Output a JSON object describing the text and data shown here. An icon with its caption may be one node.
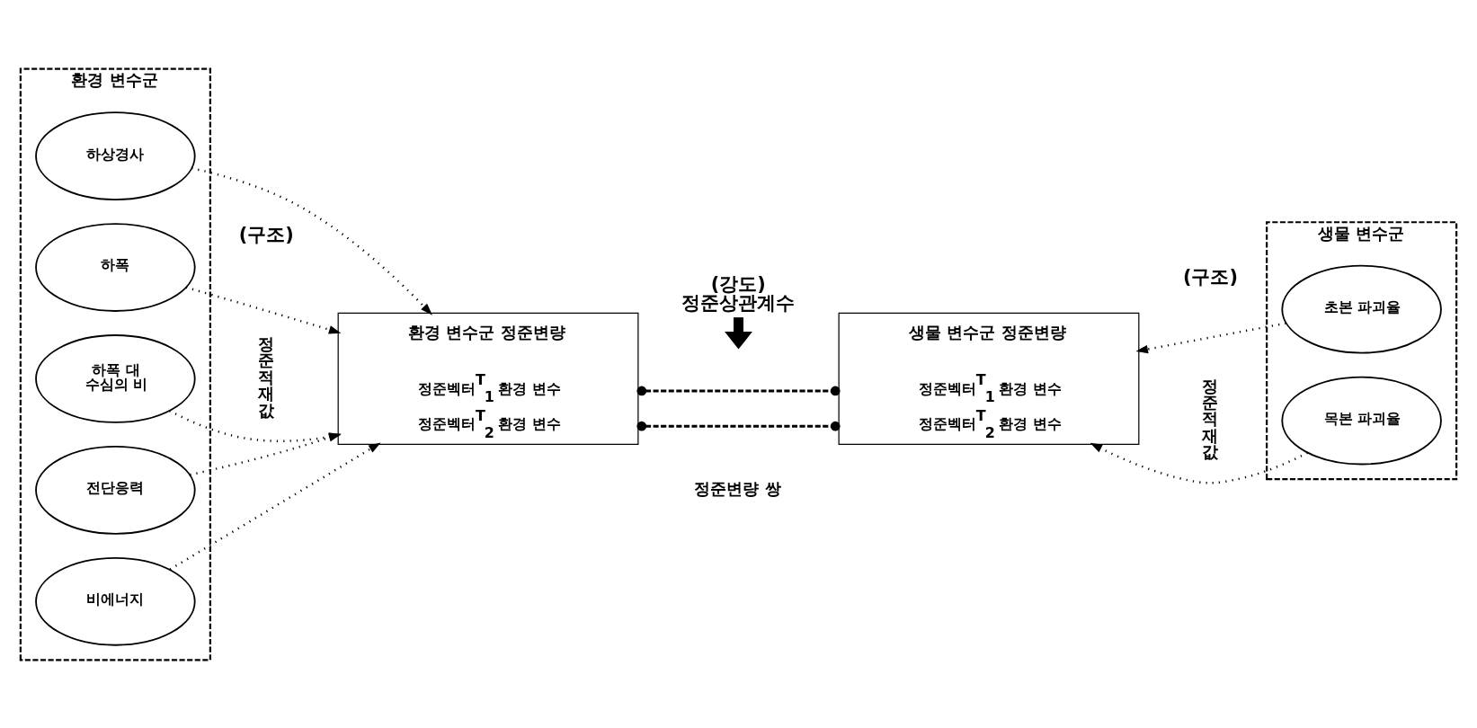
{
  "diagram": {
    "nodes": [
      {
        "text": [
          "환경 변수군"
        ]
      },
      {
        "text": [
          "하상경사"
        ],
        "in": 0
      },
      {
        "text": [
          "하폭"
        ],
        "in": 0
      },
      {
        "text": [
          "하폭 대 수심의 비"
        ],
        "in": 0
      },
      {
        "text": [
          "전단응력"
        ],
        "in": 0
      },
      {
        "text": [
          "비에너지"
        ],
        "in": 0
      },
      {
        "text": [
          "환경 변수군 정준변량",
          "정준벡터$^{T}$$_{1}$ 환경 변수",
          "정준벡터$^{T}$$_{2}$ 환경 변수"
        ]
      },
      {
        "text": [
          "(강도) 정준상관계수"
        ]
      },
      {
        "text": [
          "생물 변수군 정준변량",
          "정준벡터$^{T}$$_{1}$ 환경 변수",
          "정준벡터$^{T}$$_{2}$ 환경 변수"
        ]
      },
      {
        "text": [
          "생물 변수군"
        ]
      },
      {
        "text": [
          "초본 파괴율"
        ],
        "in": 9
      },
      {
        "text": [
          "목본 파괴율"
        ],
        "in": 9
      }
    ],
    "edges": [
      {
        "from": 1,
        "to": 6,
        "arrow": "to",
        "style": "dashed"
      },
      {
        "from": 2,
        "to": 6,
        "arrow": "to",
        "style": "dashed"
      },
      {
        "from": 3,
        "to": 6,
        "arrow": "to",
        "style": "dashed"
      },
      {
        "from": 4,
        "to": 6,
        "arrow": "to",
        "style": "dashed"
      },
      {
        "from": 5,
        "to": 6,
        "arrow": "to",
        "style": "dashed"
      },
      {
        "from": 6,
        "to": 8,
        "arrow": "other",
        "style": "dashed"
      },
      {
        "from": 6,
        "to": 8,
        "arrow": "other",
        "style": "dashed"
      },
      {
        "from": 7,
        "to": null,
        "arrow": "to",
        "style": "thick"
      },
      {
        "from": 10,
        "to": 8,
        "arrow": "to",
        "style": "dashed"
      },
      {
        "from": 11,
        "to": 8,
        "arrow": "to",
        "style": "dashed"
      }
    ],
    "labels": [
      "(구조)",
      "정준적재값",
      "정준변량 쌍",
      "(구조)",
      "정준적재값"
    ]
  }
}
